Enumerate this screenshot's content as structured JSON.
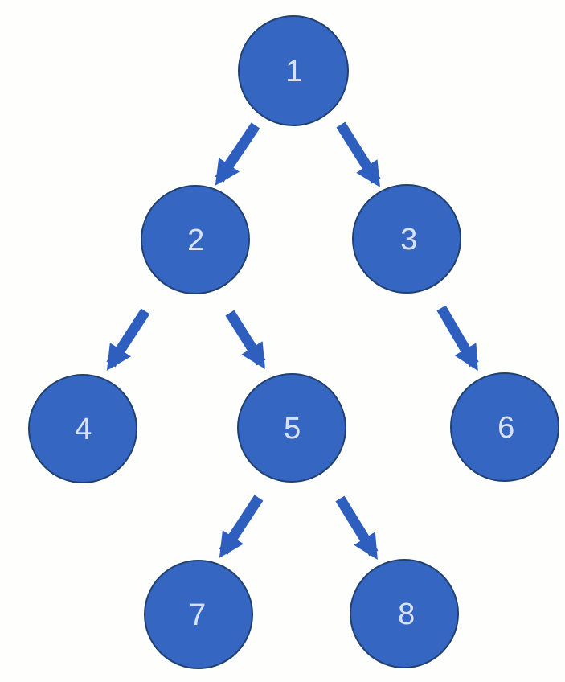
{
  "diagram": {
    "title": "binary-tree-diagram"
  },
  "nodes": [
    {
      "label": "1"
    },
    {
      "label": "2"
    },
    {
      "label": "3"
    },
    {
      "label": "4"
    },
    {
      "label": "5"
    },
    {
      "label": "6"
    },
    {
      "label": "7"
    },
    {
      "label": "8"
    }
  ],
  "edges": [
    {
      "from": "1",
      "to": "2"
    },
    {
      "from": "1",
      "to": "3"
    },
    {
      "from": "2",
      "to": "4"
    },
    {
      "from": "2",
      "to": "5"
    },
    {
      "from": "3",
      "to": "6"
    },
    {
      "from": "5",
      "to": "7"
    },
    {
      "from": "5",
      "to": "8"
    }
  ],
  "colors": {
    "node_fill": "#3566c1",
    "node_border": "#20406f",
    "arrow": "#2f5fbe",
    "label": "#d8e2f2",
    "background": "#fefefc"
  }
}
